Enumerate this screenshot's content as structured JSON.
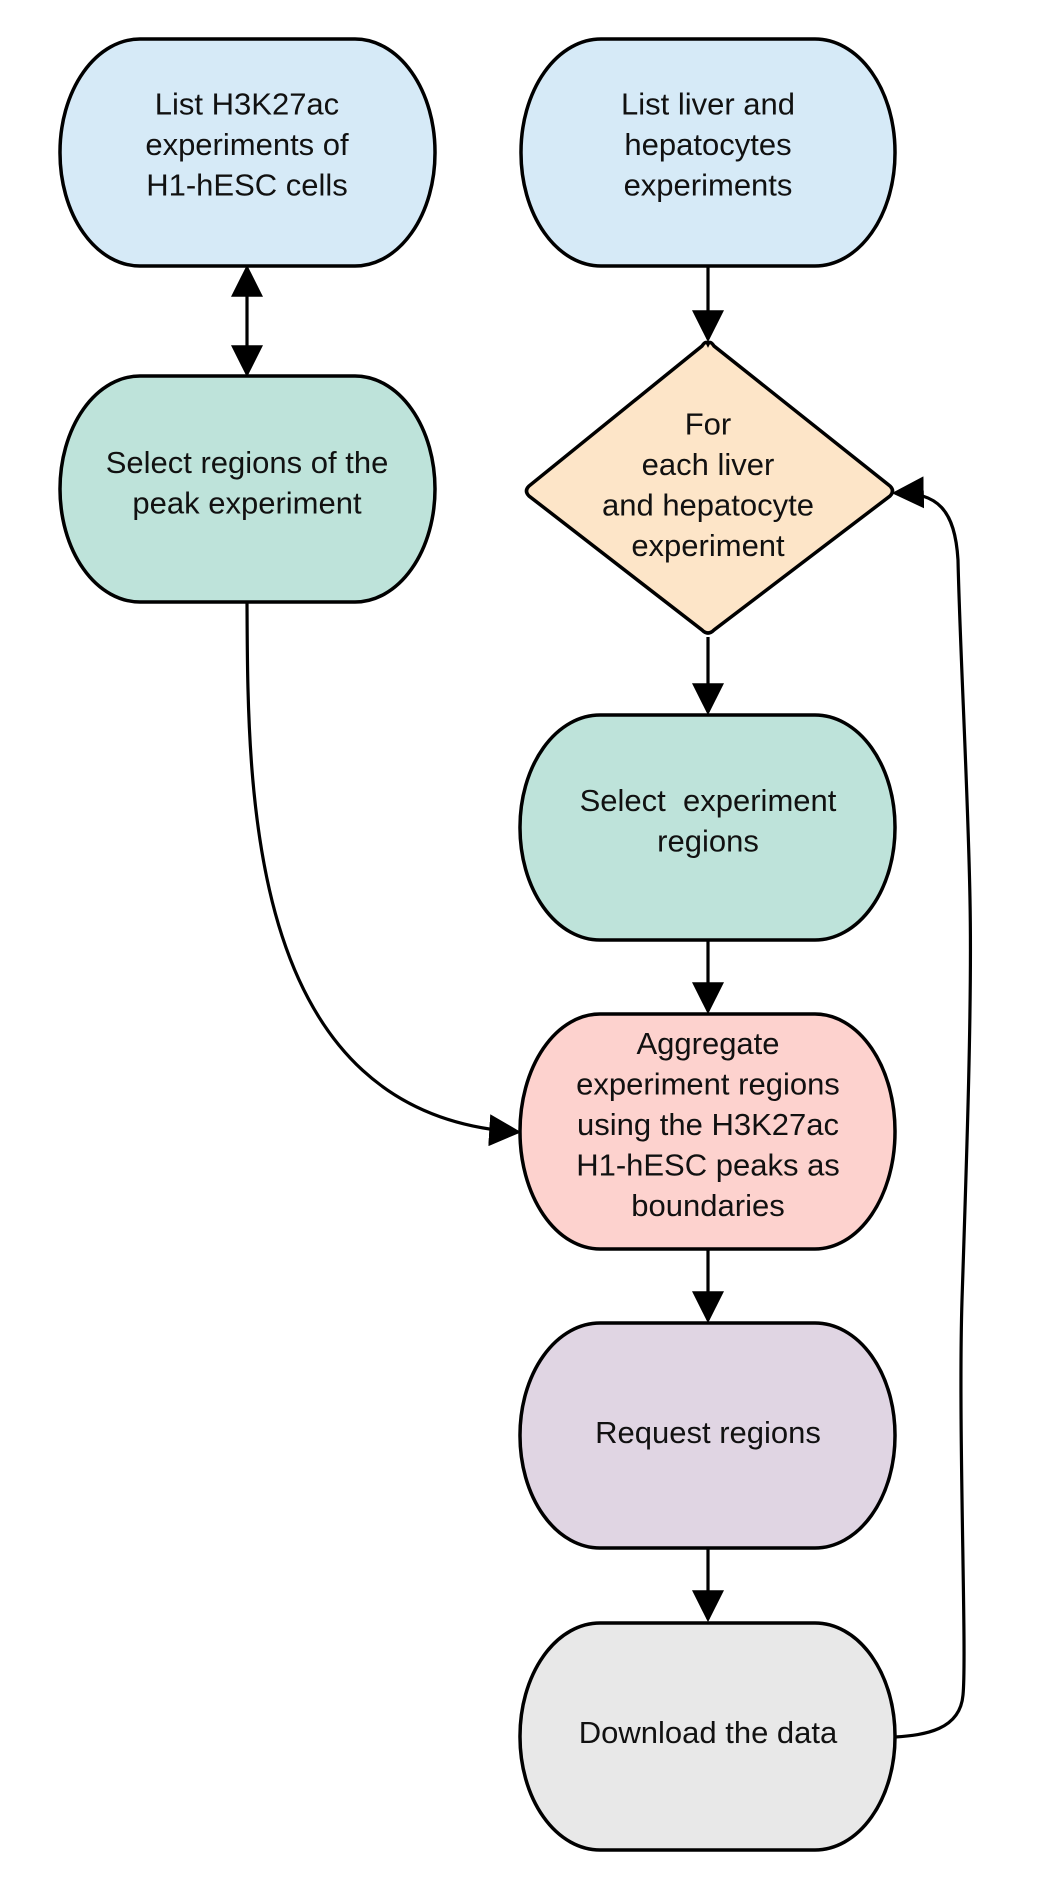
{
  "diagram": {
    "nodes": [
      {
        "id": "list-h3k27ac",
        "lines": [
          "List H3K27ac",
          "experiments of",
          "H1-hESC cells"
        ],
        "fill": "#D6EAF7"
      },
      {
        "id": "list-liver",
        "lines": [
          "List liver and",
          "hepatocytes",
          "experiments"
        ],
        "fill": "#D6EAF7"
      },
      {
        "id": "select-peak",
        "lines": [
          "Select regions of the",
          "peak experiment"
        ],
        "fill": "#BEE3DA"
      },
      {
        "id": "for-each",
        "lines": [
          "For",
          "each liver",
          "and hepatocyte",
          "experiment"
        ],
        "fill": "#FDE5C8"
      },
      {
        "id": "select-experiment",
        "lines": [
          "Select  experiment",
          "regions"
        ],
        "fill": "#BEE3DA"
      },
      {
        "id": "aggregate",
        "lines": [
          "Aggregate",
          "experiment regions",
          "using the H3K27ac",
          "H1-hESC peaks as",
          "boundaries"
        ],
        "fill": "#FDD2CE"
      },
      {
        "id": "request",
        "lines": [
          "Request regions"
        ],
        "fill": "#E0D5E3"
      },
      {
        "id": "download",
        "lines": [
          "Download the data"
        ],
        "fill": "#E8E8E8"
      }
    ],
    "edges": [
      {
        "from": "list-h3k27ac",
        "to": "select-peak",
        "bidirectional": true
      },
      {
        "from": "list-liver",
        "to": "for-each"
      },
      {
        "from": "for-each",
        "to": "select-experiment"
      },
      {
        "from": "select-experiment",
        "to": "aggregate"
      },
      {
        "from": "select-peak",
        "to": "aggregate"
      },
      {
        "from": "aggregate",
        "to": "request"
      },
      {
        "from": "request",
        "to": "download"
      },
      {
        "from": "download",
        "to": "for-each"
      }
    ]
  }
}
